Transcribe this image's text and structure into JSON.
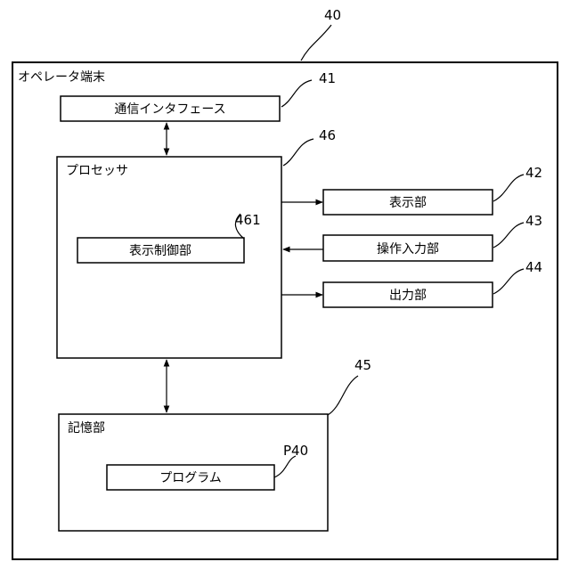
{
  "terminal": {
    "title": "オペレータ端末",
    "ref": "40"
  },
  "comm_interface": {
    "label": "通信インタフェース",
    "ref": "41"
  },
  "processor": {
    "title": "プロセッサ",
    "ref": "46"
  },
  "display_control": {
    "label": "表示制御部",
    "ref": "461"
  },
  "display_unit": {
    "label": "表示部",
    "ref": "42"
  },
  "input_unit": {
    "label": "操作入力部",
    "ref": "43"
  },
  "output_unit": {
    "label": "出力部",
    "ref": "44"
  },
  "storage": {
    "title": "記憶部",
    "ref": "45"
  },
  "program": {
    "label": "プログラム",
    "ref": "P40"
  }
}
